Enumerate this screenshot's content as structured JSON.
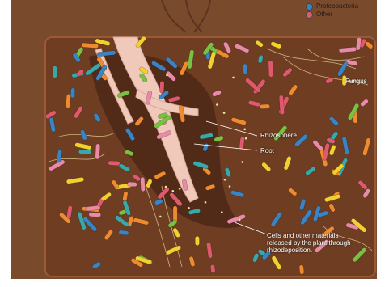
{
  "legend": {
    "items": [
      {
        "label": "Proteobacteria",
        "color": "#3a84c4"
      },
      {
        "label": "Other",
        "color": "#e05a6e"
      }
    ]
  },
  "labels": {
    "fungus": "Fungus",
    "rhizosphere": "Rhizosphere",
    "root": "Root",
    "cells": "Cells and other materials released by the plant through rhizodeposition."
  },
  "colors": {
    "soil": "#6e3d22",
    "soil_border": "#8a4a2a",
    "root": "#f0c9bb",
    "rhizosphere": "#5a2e18",
    "fungus": "#d8c38a",
    "bacteria": [
      "#3a84c4",
      "#e98aa8",
      "#f2d12e",
      "#f08a2e",
      "#7ac143",
      "#3aa7a8",
      "#e05a6e"
    ]
  }
}
